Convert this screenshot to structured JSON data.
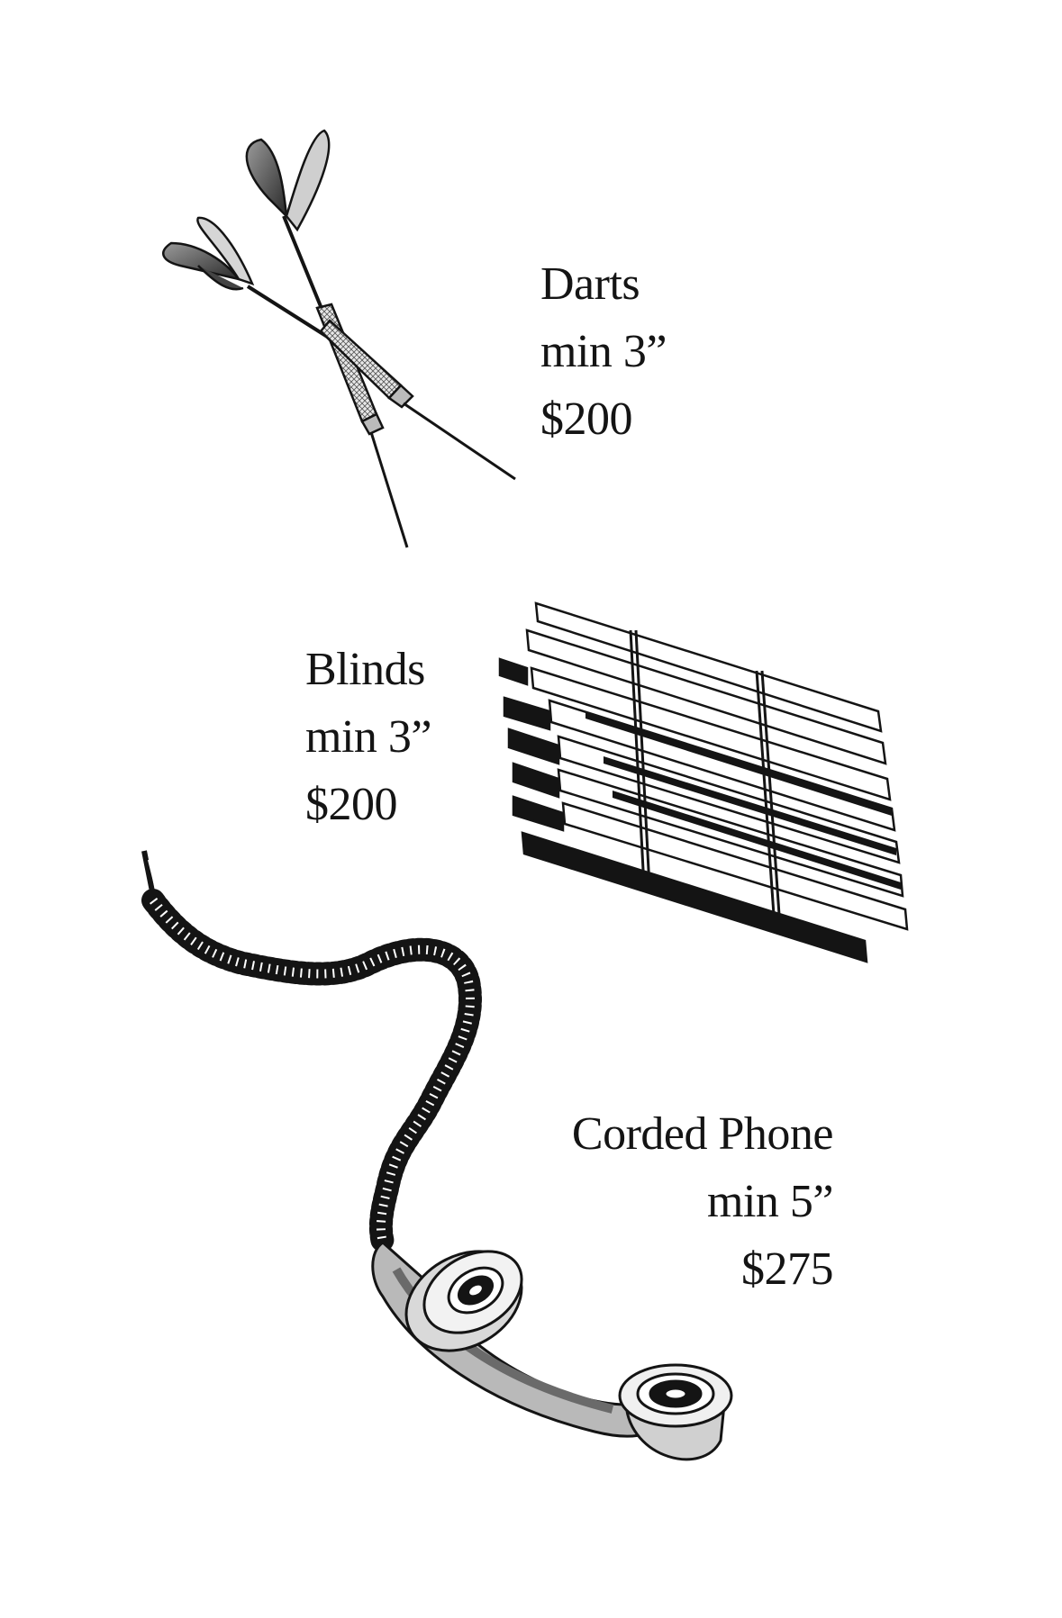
{
  "items": [
    {
      "id": "darts",
      "name": "Darts",
      "size": "min 3”",
      "price": "$200",
      "icon": "darts-icon"
    },
    {
      "id": "blinds",
      "name": "Blinds",
      "size": "min 3”",
      "price": "$200",
      "icon": "blinds-icon"
    },
    {
      "id": "corded-phone",
      "name": "Corded Phone",
      "size": "min 5”",
      "price": "$275",
      "icon": "corded-phone-icon"
    }
  ],
  "colors": {
    "background": "#ffffff",
    "ink": "#141414",
    "shade": "#7a7a7a"
  }
}
